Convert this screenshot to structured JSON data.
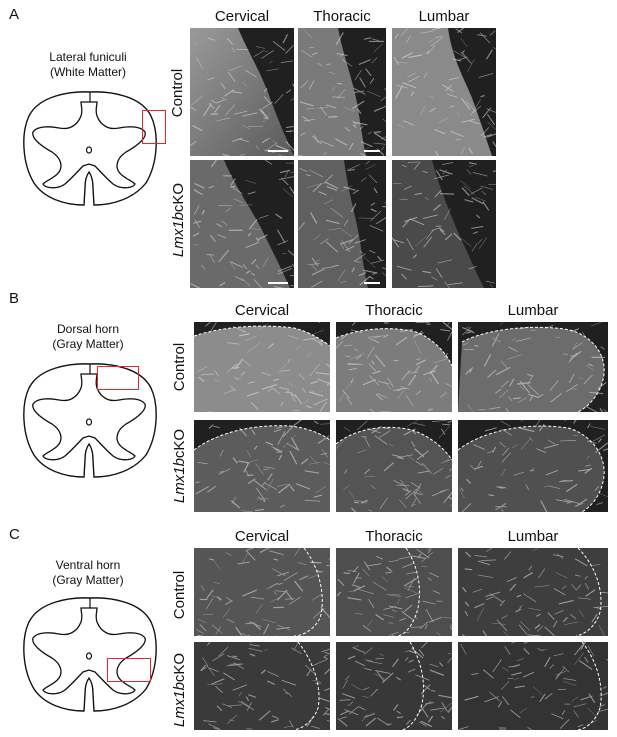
{
  "panels": [
    {
      "letter": "A",
      "region_label_line1": "Lateral funiculi",
      "region_label_line2": "(White Matter)",
      "columns": [
        "Cervical",
        "Thoracic",
        "Lumbar"
      ],
      "rows": [
        {
          "prefix": "",
          "italic": "",
          "suffix": "Control"
        },
        {
          "prefix": "",
          "italic": "Lmx1b",
          "suffix": "cKO"
        }
      ]
    },
    {
      "letter": "B",
      "region_label_line1": "Dorsal horn",
      "region_label_line2": "(Gray Matter)",
      "columns": [
        "Cervical",
        "Thoracic",
        "Lumbar"
      ],
      "rows": [
        {
          "prefix": "",
          "italic": "",
          "suffix": "Control"
        },
        {
          "prefix": "",
          "italic": "Lmx1b",
          "suffix": "cKO"
        }
      ]
    },
    {
      "letter": "C",
      "region_label_line1": "Ventral horn",
      "region_label_line2": "(Gray Matter)",
      "columns": [
        "Cervical",
        "Thoracic",
        "Lumbar"
      ],
      "rows": [
        {
          "prefix": "",
          "italic": "",
          "suffix": "Control"
        },
        {
          "prefix": "",
          "italic": "Lmx1b",
          "suffix": "cKO"
        }
      ]
    }
  ],
  "colors": {
    "highlight_box": "#e8262b",
    "micrograph_bg": "#1f1f1f",
    "fiber": "#e6e6e6"
  }
}
